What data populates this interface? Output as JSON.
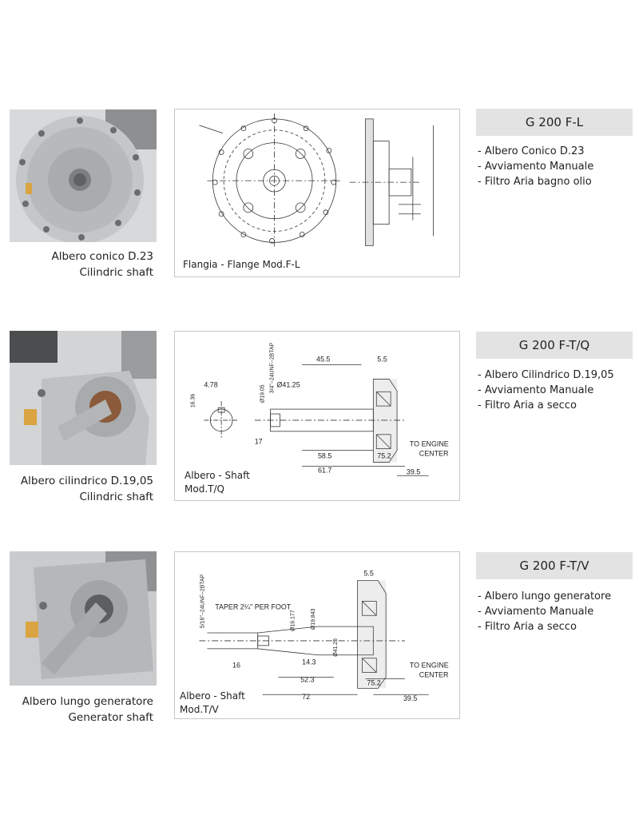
{
  "sections": [
    {
      "photo_caption_line1": "Albero conico D.23",
      "photo_caption_line2": "Cilindric shaft",
      "drawing_caption": "Flangia - Flange Mod.F-L",
      "model": "G 200 F-L",
      "features": [
        "Albero Conico D.23",
        "Avviamento Manuale",
        "Filtro Aria bagno olio"
      ]
    },
    {
      "photo_caption_line1": "Albero cilindrico D.19,05",
      "photo_caption_line2": "Cilindric shaft",
      "drawing_caption_line1": "Albero -  Shaft",
      "drawing_caption_line2": "Mod.T/Q",
      "model": "G 200 F-T/Q",
      "features": [
        "Albero Cilindrico D.19,05",
        "Avviamento Manuale",
        "Filtro Aria a secco"
      ]
    },
    {
      "photo_caption_line1": "Albero lungo generatore",
      "photo_caption_line2": "Generator shaft",
      "drawing_caption_line1": "Albero -  Shaft",
      "drawing_caption_line2": "Mod.T/V",
      "model": "G 200 F-T/V",
      "features": [
        "Albero lungo generatore",
        "Avviamento Manuale",
        "Filtro Aria a secco"
      ]
    }
  ],
  "drawing_labels": {
    "tq": {
      "d1": "45.5",
      "d2": "5.5",
      "d3": "Ø41.25",
      "d4": "3/4\"−24UNF−2BTAP",
      "d5": "Ø19.05",
      "d6": "4.78",
      "d7": "16.36",
      "d8": "17",
      "d9": "58.5",
      "d10": "75.2",
      "d11": "61.7",
      "d12": "39.5",
      "d13": "TO ENGINE",
      "d14": "CENTER"
    },
    "tv": {
      "d1": "5.5",
      "d2": "TAPER 2¼\" PER FOOT",
      "d3": "Ø19.177",
      "d4": "Ø19.843",
      "d5": "Ø41.25",
      "d6": "5/16\"−24UNF−2BTAP",
      "d7": "16",
      "d8": "14.3",
      "d9": "52.3",
      "d10": "75.2",
      "d11": "72",
      "d12": "39.5",
      "d13": "TO ENGINE",
      "d14": "CENTER"
    }
  }
}
